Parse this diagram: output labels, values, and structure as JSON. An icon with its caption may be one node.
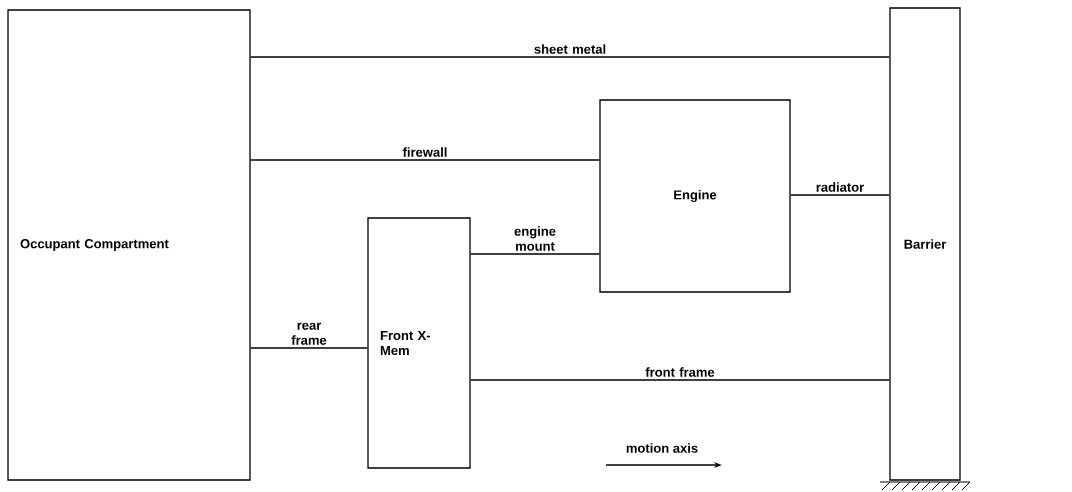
{
  "diagram": {
    "nodes": [
      {
        "text": [
          "Occupant Compartment"
        ]
      },
      {
        "text": [
          "Engine"
        ]
      },
      {
        "text": [
          "Front X-Mem"
        ]
      },
      {
        "text": [
          "Barrier"
        ]
      }
    ],
    "edges": [
      {
        "from": 0,
        "to": 3,
        "arrow": "none",
        "label": "sheet metal"
      },
      {
        "from": 0,
        "to": 1,
        "arrow": "none",
        "label": "firewall"
      },
      {
        "from": 1,
        "to": 3,
        "arrow": "none",
        "label": "radiator"
      },
      {
        "from": 2,
        "to": 1,
        "arrow": "none",
        "label": "engine mount"
      },
      {
        "from": 0,
        "to": 2,
        "arrow": "none",
        "label": "rear frame"
      },
      {
        "from": 2,
        "to": 3,
        "arrow": "none",
        "label": "front frame"
      }
    ],
    "labels": [
      "motion axis"
    ]
  }
}
